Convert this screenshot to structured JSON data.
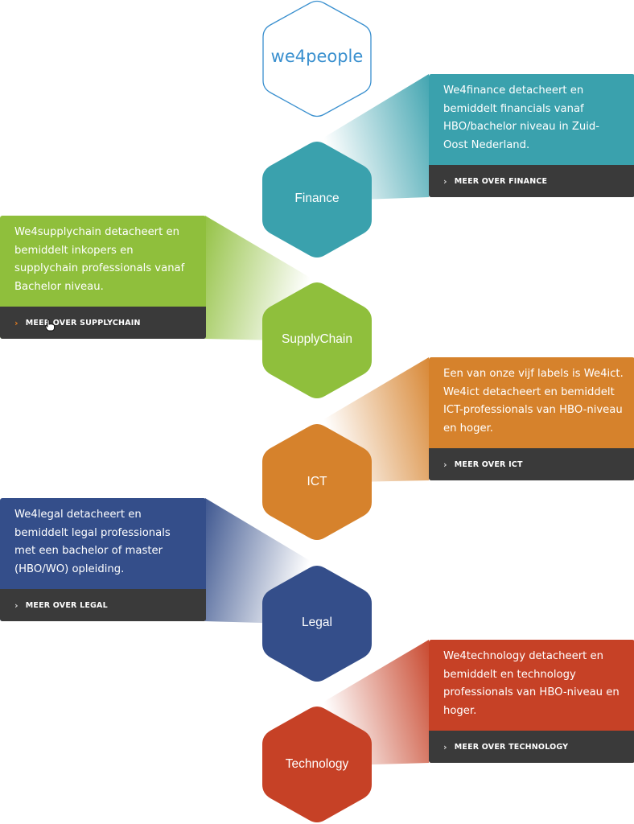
{
  "logo": {
    "text": "we4people"
  },
  "labels": [
    {
      "id": "finance",
      "name": "Finance",
      "color": "#3aa1ad",
      "description": "We4finance detacheert en bemiddelt financials vanaf HBO/bachelor niveau in Zuid-Oost Nederland.",
      "link": "MEER OVER FINANCE"
    },
    {
      "id": "supplychain",
      "name": "SupplyChain",
      "color": "#8fbf3c",
      "description": "We4supplychain detacheert en bemiddelt inkopers en supplychain professionals vanaf Bachelor niveau.",
      "link": "MEER OVER SUPPLYCHAIN"
    },
    {
      "id": "ict",
      "name": "ICT",
      "color": "#d6822c",
      "description": "Een van onze vijf labels is We4ict. We4ict detacheert en bemiddelt ICT-professionals van HBO-niveau en hoger.",
      "link": "MEER OVER ICT"
    },
    {
      "id": "legal",
      "name": "Legal",
      "color": "#344e8a",
      "description": "We4legal detacheert en bemiddelt legal professionals met een bachelor of master (HBO/WO) opleiding.",
      "link": "MEER OVER LEGAL"
    },
    {
      "id": "technology",
      "name": "Technology",
      "color": "#c64126",
      "description": "We4technology detacheert en bemiddelt en technology professionals van HBO-niveau en hoger.",
      "link": "MEER OVER TECHNOLOGY"
    }
  ],
  "colors": {
    "link_bar": "#3a3a3a",
    "logo": "#3a90cf",
    "hover_chevron": "#e07b20"
  }
}
